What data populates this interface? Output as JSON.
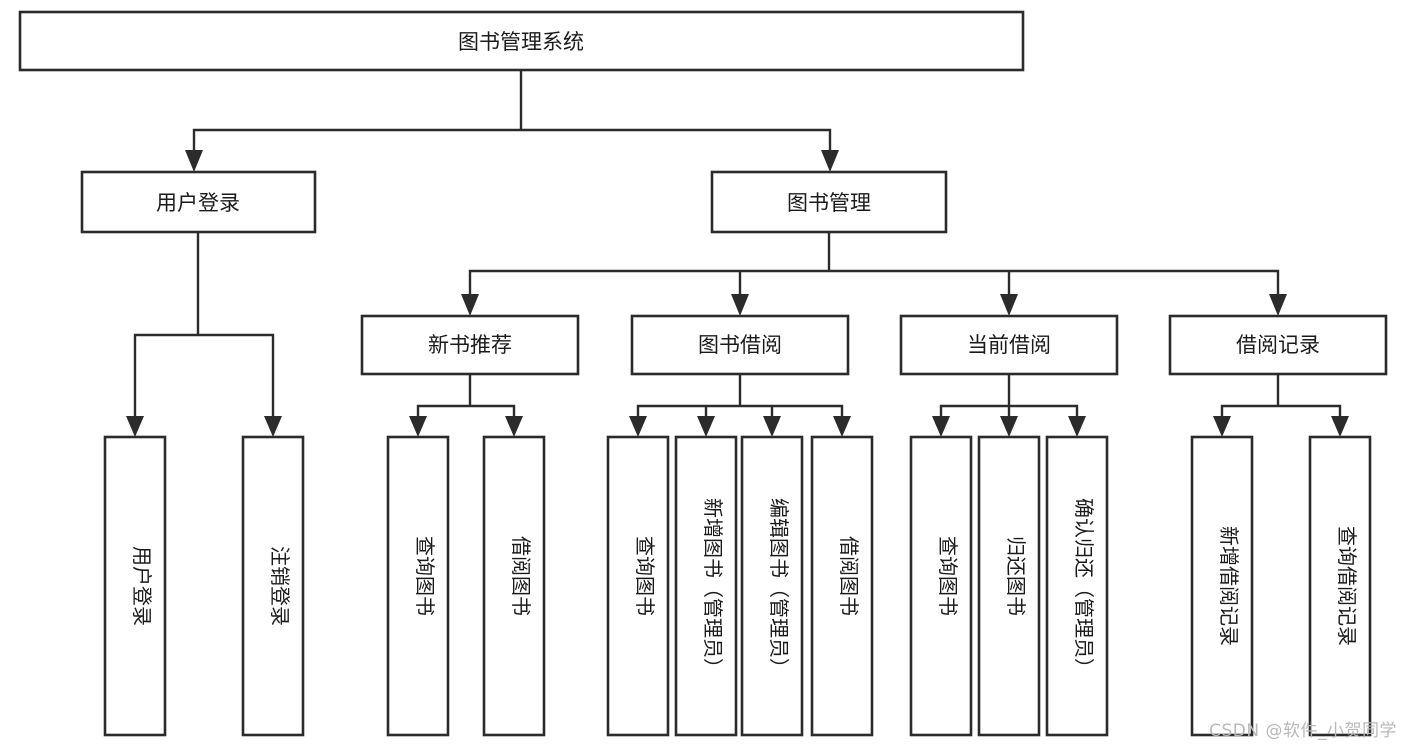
{
  "diagram": {
    "type": "tree",
    "title": "图书管理系统",
    "orientation": "top-down",
    "colors": {
      "box_stroke": "#2b2b2b",
      "box_fill": "#ffffff",
      "line": "#2b2b2b",
      "text": "#1b1b1b",
      "background": "#ffffff",
      "watermark": "#b9b9b9"
    },
    "root": {
      "id": "root",
      "label": "图书管理系统",
      "orientation": "horizontal"
    },
    "level2": [
      {
        "id": "user-login",
        "label": "用户登录",
        "orientation": "horizontal"
      },
      {
        "id": "book-manage",
        "label": "图书管理",
        "orientation": "horizontal"
      }
    ],
    "level3": [
      {
        "id": "new-book-recommend",
        "label": "新书推荐",
        "orientation": "horizontal",
        "parent": "book-manage"
      },
      {
        "id": "book-borrow",
        "label": "图书借阅",
        "orientation": "horizontal",
        "parent": "book-manage"
      },
      {
        "id": "current-borrow",
        "label": "当前借阅",
        "orientation": "horizontal",
        "parent": "book-manage"
      },
      {
        "id": "borrow-record",
        "label": "借阅记录",
        "orientation": "horizontal",
        "parent": "book-manage"
      }
    ],
    "leaves": [
      {
        "id": "leaf-user-login",
        "label": "用户登录",
        "orientation": "vertical",
        "parent": "user-login"
      },
      {
        "id": "leaf-user-logout",
        "label": "注销登录",
        "orientation": "vertical",
        "parent": "user-login"
      },
      {
        "id": "leaf-query-book-1",
        "label": "查询图书",
        "orientation": "vertical",
        "parent": "new-book-recommend"
      },
      {
        "id": "leaf-borrow-book-1",
        "label": "借阅图书",
        "orientation": "vertical",
        "parent": "new-book-recommend"
      },
      {
        "id": "leaf-query-book-2",
        "label": "查询图书",
        "orientation": "vertical",
        "parent": "book-borrow"
      },
      {
        "id": "leaf-add-book",
        "label": "新增图书（管理员）",
        "orientation": "vertical",
        "parent": "book-borrow"
      },
      {
        "id": "leaf-edit-book",
        "label": "编辑图书（管理员）",
        "orientation": "vertical",
        "parent": "book-borrow"
      },
      {
        "id": "leaf-borrow-book-2",
        "label": "借阅图书",
        "orientation": "vertical",
        "parent": "book-borrow"
      },
      {
        "id": "leaf-query-book-3",
        "label": "查询图书",
        "orientation": "vertical",
        "parent": "current-borrow"
      },
      {
        "id": "leaf-return-book",
        "label": "归还图书",
        "orientation": "vertical",
        "parent": "current-borrow"
      },
      {
        "id": "leaf-confirm-return",
        "label": "确认归还（管理员）",
        "orientation": "vertical",
        "parent": "current-borrow"
      },
      {
        "id": "leaf-add-record",
        "label": "新增借阅记录",
        "orientation": "vertical",
        "parent": "borrow-record"
      },
      {
        "id": "leaf-query-record",
        "label": "查询借阅记录",
        "orientation": "vertical",
        "parent": "borrow-record"
      }
    ]
  },
  "watermark": {
    "text": "CSDN @软件_小贺同学"
  }
}
